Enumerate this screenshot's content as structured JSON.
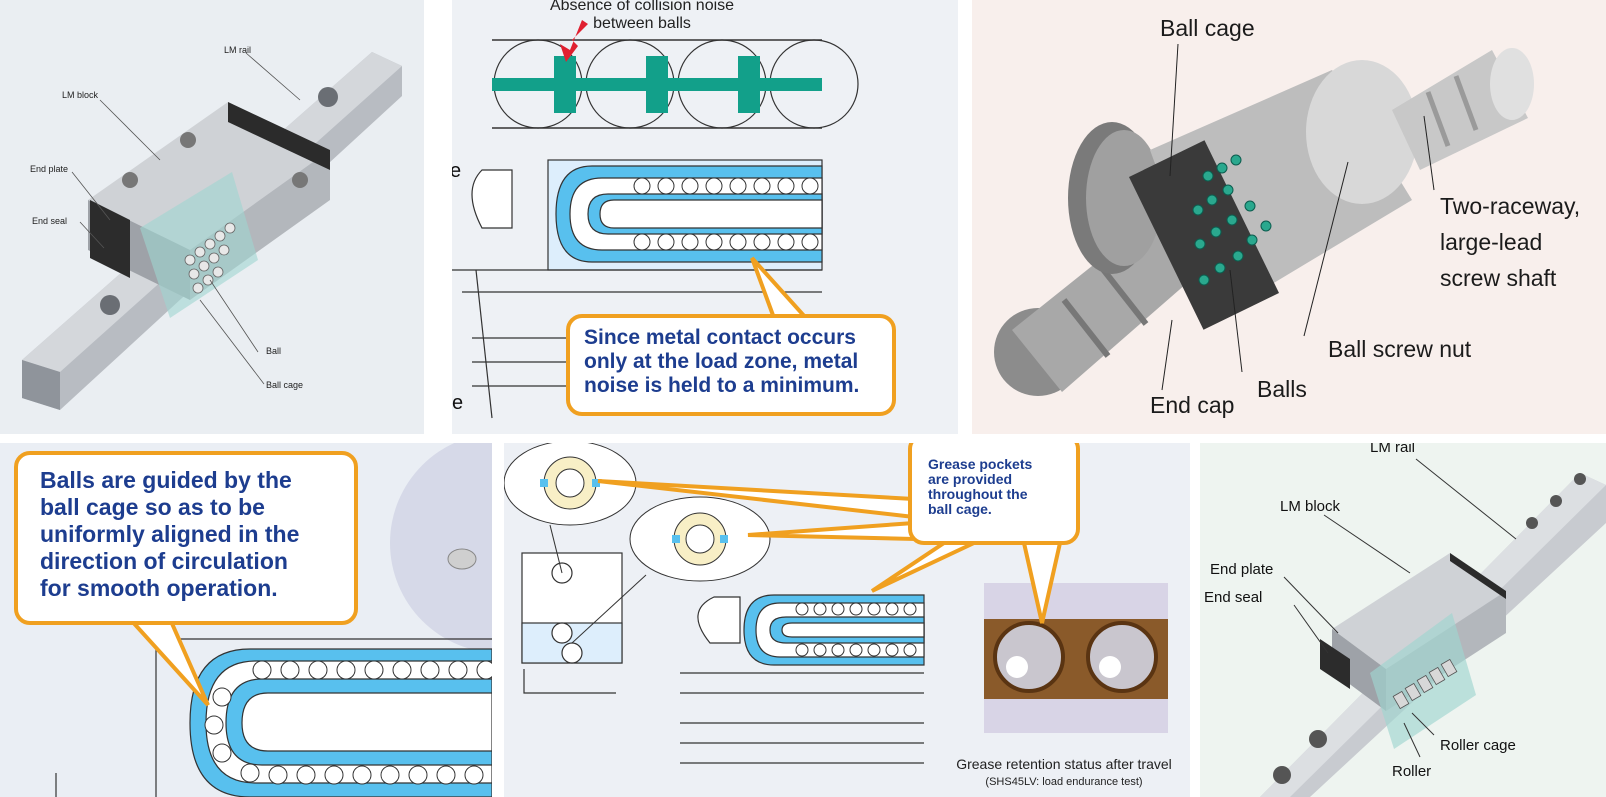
{
  "panel_1": {
    "labels": {
      "lm_rail": "LM rail",
      "lm_block": "LM block",
      "end_plate": "End plate",
      "end_seal": "End seal",
      "ball": "Ball",
      "ball_cage": "Ball cage"
    }
  },
  "panel_2": {
    "title_line1": "Absence of collision noise",
    "title_line2": "between balls",
    "callout_line1": "Since metal contact occurs",
    "callout_line2": "only at the load zone, metal",
    "callout_line3": "noise is held to a minimum.",
    "edge_char_1": "e",
    "edge_char_2": "e"
  },
  "panel_3": {
    "labels": {
      "ball_cage": "Ball cage",
      "two_raceway_line1": "Two-raceway,",
      "two_raceway_line2": "large-lead",
      "two_raceway_line3": "screw shaft",
      "ball_screw_nut": "Ball screw nut",
      "end_cap": "End cap",
      "balls": "Balls"
    }
  },
  "panel_4": {
    "callout_line1": "Balls are guided by the",
    "callout_line2": "ball cage so as to be",
    "callout_line3": "uniformly aligned in the",
    "callout_line4": "direction of circulation",
    "callout_line5": "for smooth operation."
  },
  "panel_5": {
    "callout_line1": "Grease pockets",
    "callout_line2": "are provided",
    "callout_line3": "throughout the",
    "callout_line4": "ball cage.",
    "caption_line1": "Grease retention status after travel",
    "caption_line2": "(SHS45LV: load endurance test)"
  },
  "panel_6": {
    "labels": {
      "lm_rail": "LM rail",
      "lm_block": "LM block",
      "end_plate": "End plate",
      "end_seal": "End seal",
      "roller_cage": "Roller cage",
      "roller": "Roller"
    }
  },
  "colors": {
    "callout_border": "#f0a020",
    "callout_text": "#1d3d8f",
    "cage_teal": "#12a08a",
    "grease_blue": "#58c0ee",
    "arrow_red": "#e02030"
  }
}
